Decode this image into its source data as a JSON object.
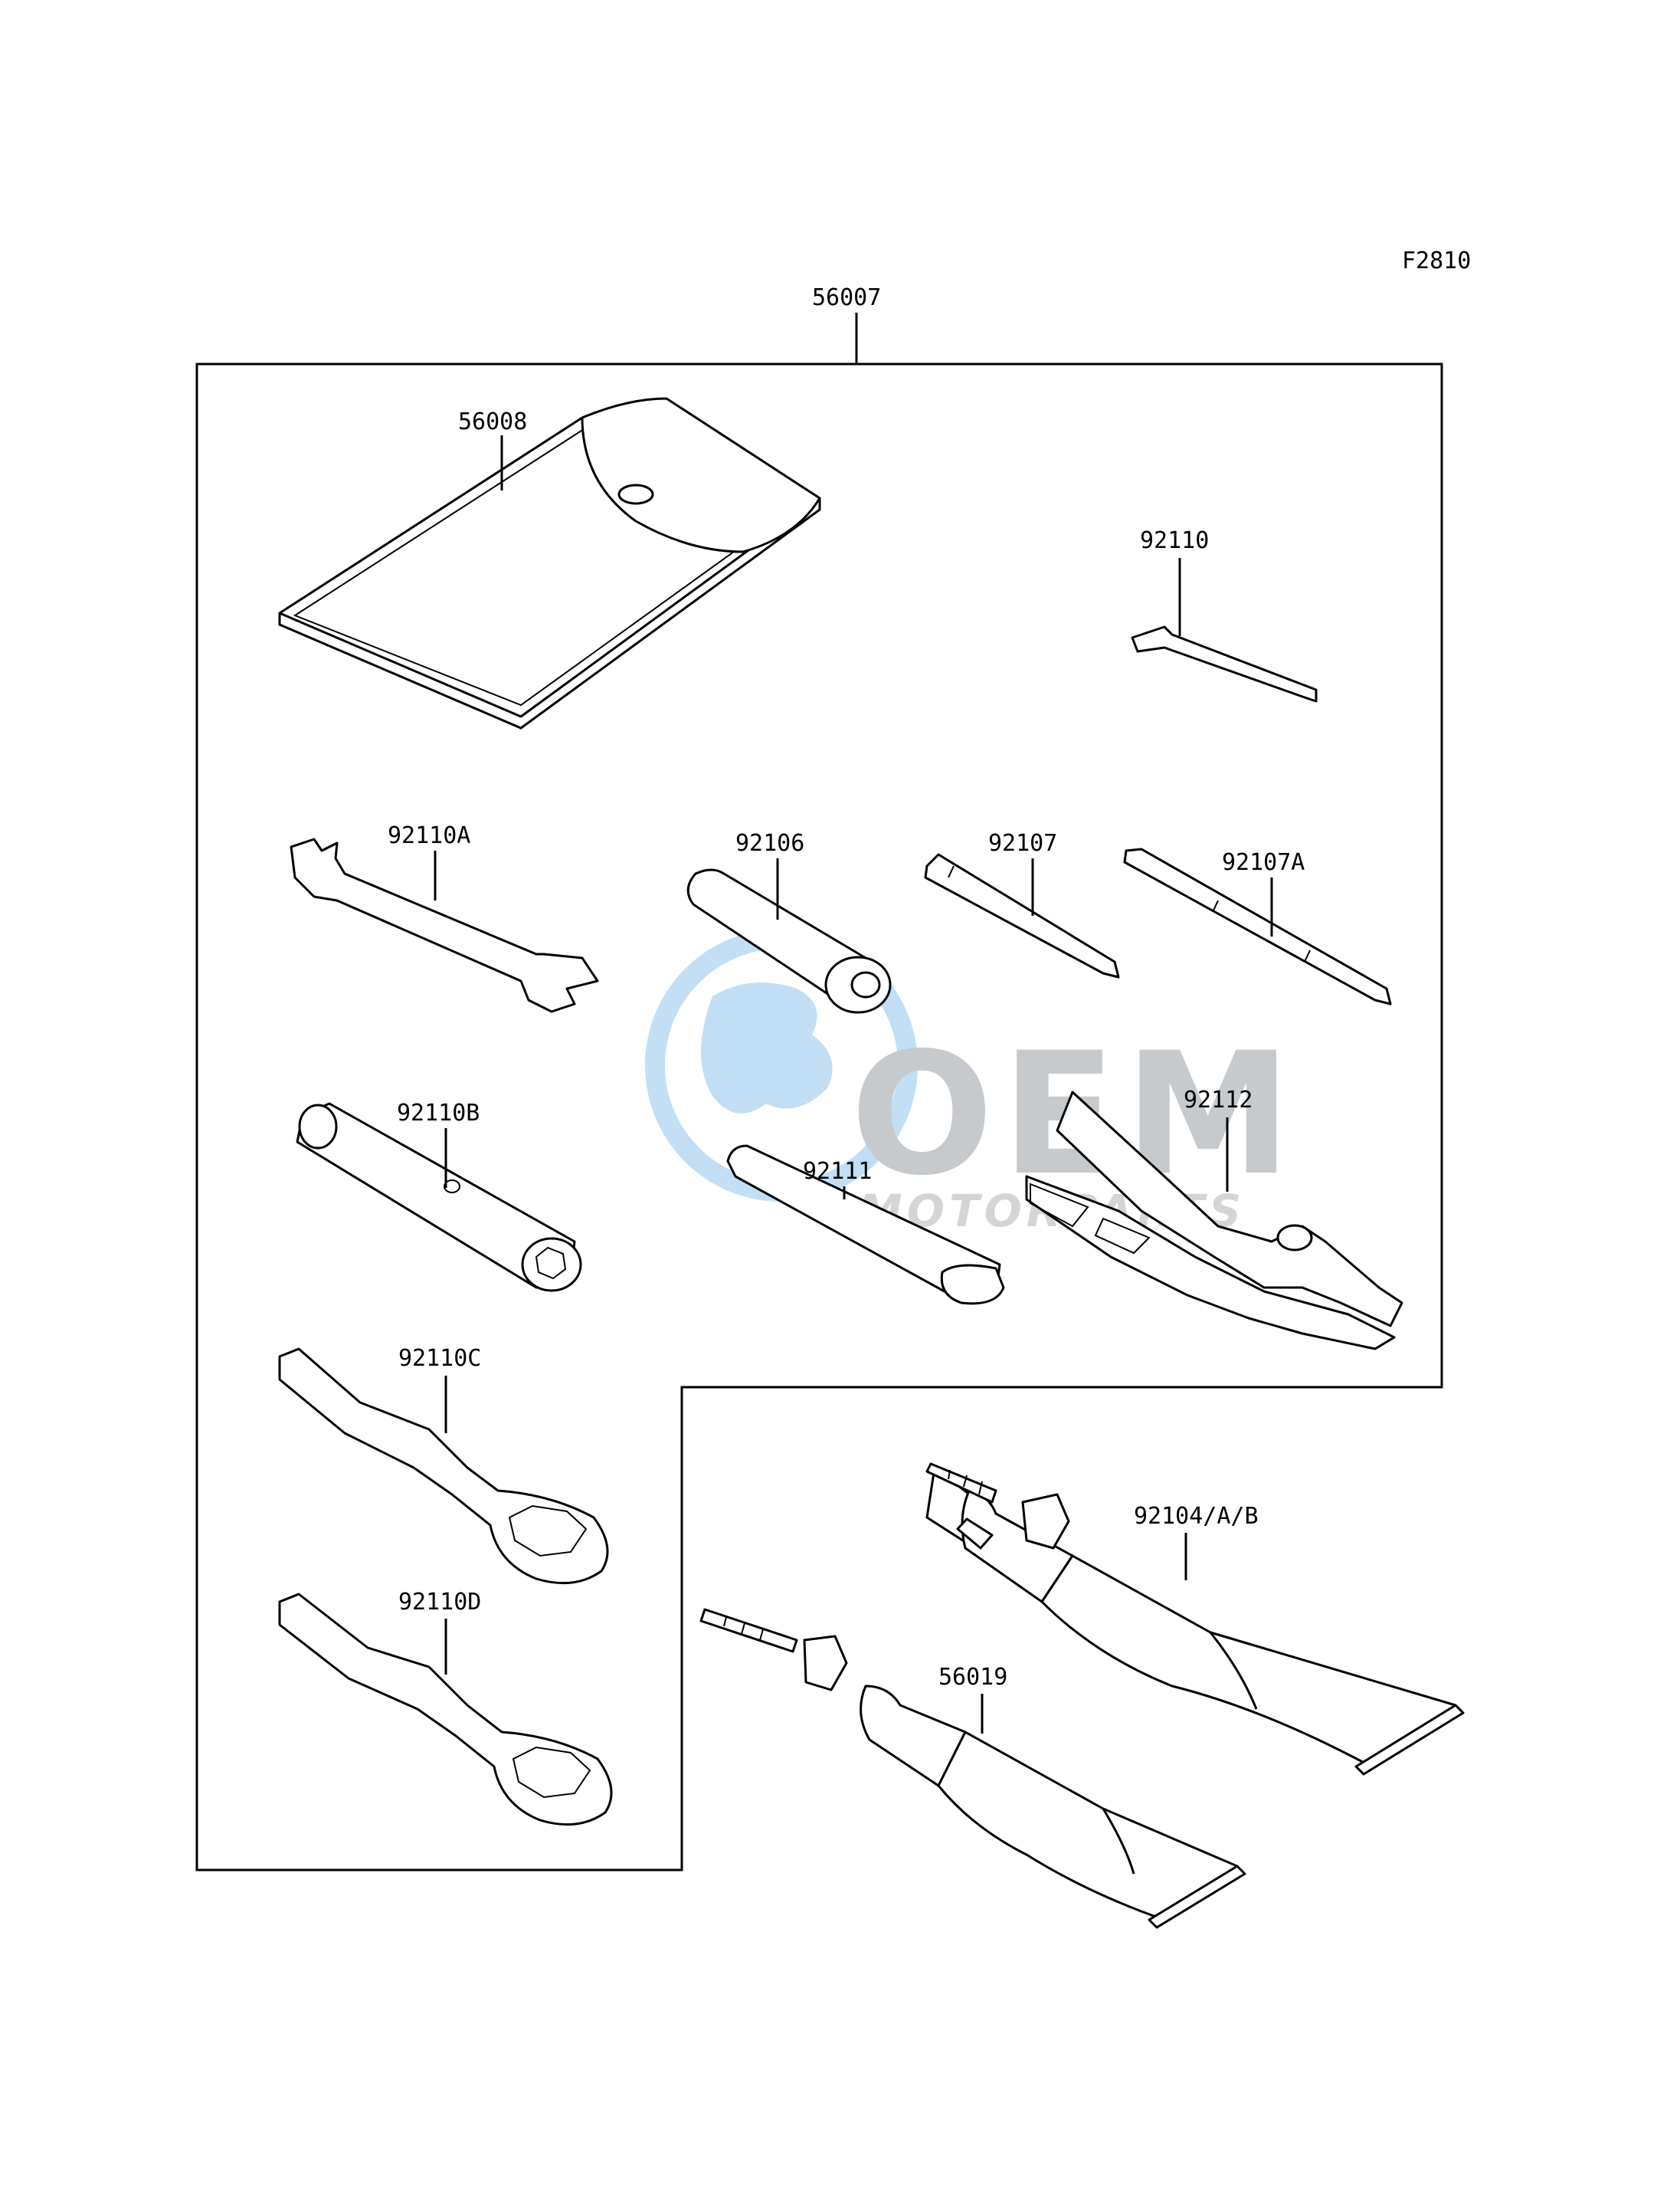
{
  "figure_code": "F2810",
  "watermark": {
    "brand": "OEM",
    "sub": "MOTORPARTS",
    "color": "#8fc4ec"
  },
  "labels": {
    "kit": "56007",
    "bag": "56008",
    "hex_key": "92110",
    "wrench_a": "92110A",
    "socket_holder": "92106",
    "screwdriver": "92107",
    "screwdriver_a": "92107A",
    "box_wrench_b": "92110B",
    "bar": "92111",
    "pliers": "92112",
    "ring_wrench_c": "92110C",
    "ring_wrench_d": "92110D",
    "tube_1": "92104/A/B",
    "tube_2": "56019"
  }
}
